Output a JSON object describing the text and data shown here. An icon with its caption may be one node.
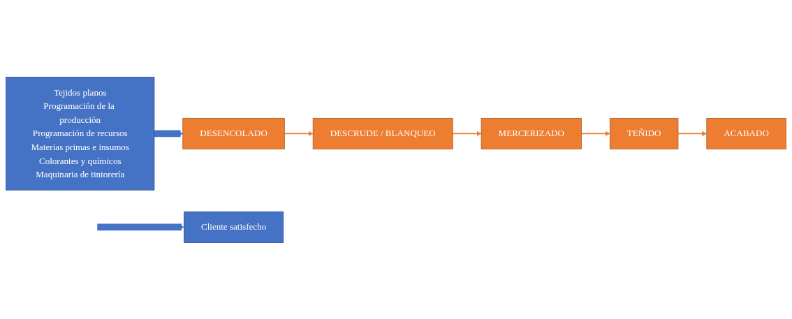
{
  "diagram": {
    "nodes": [
      {
        "text": [
          "Tejidos planos",
          "Programación de la producción",
          "Programación de recursos",
          "Materias primas e insumos",
          "Colorantes y químicos",
          "Maquinaria de tintorería"
        ]
      },
      {
        "text": [
          "DESENCOLADO"
        ]
      },
      {
        "text": [
          "DESCRUDE / BLANQUEO"
        ]
      },
      {
        "text": [
          "MERCERIZADO"
        ]
      },
      {
        "text": [
          "TEÑIDO"
        ]
      },
      {
        "text": [
          "ACABADO"
        ]
      },
      {
        "text": [
          "Cliente satisfecho"
        ]
      }
    ],
    "edges": [
      {
        "from": 0,
        "to": 1,
        "arrow": "to",
        "style": "thick",
        "color": "#4472c4"
      },
      {
        "from": 1,
        "to": 2,
        "arrow": "to"
      },
      {
        "from": 2,
        "to": 3,
        "arrow": "to"
      },
      {
        "from": 3,
        "to": 4,
        "arrow": "to"
      },
      {
        "from": 4,
        "to": 5,
        "arrow": "to"
      },
      {
        "from": null,
        "to": 6,
        "arrow": "to",
        "style": "thick",
        "color": "#4472c4"
      }
    ]
  }
}
